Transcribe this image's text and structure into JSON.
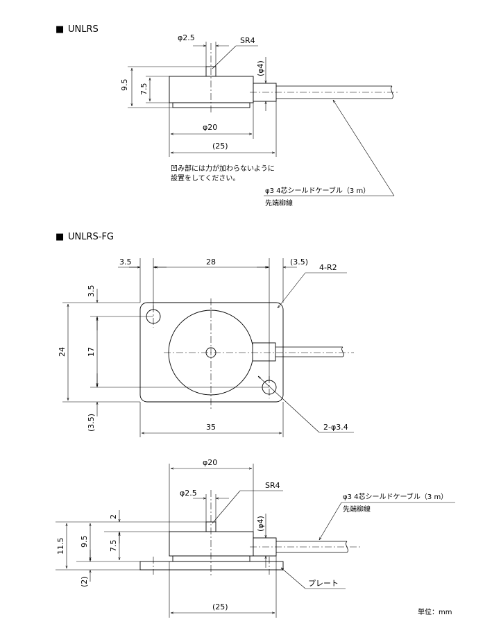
{
  "sections": {
    "s1_title": "UNLRS",
    "s2_title": "UNLRS-FG"
  },
  "bullet": "■",
  "dims1": {
    "pin_dia": "φ2.5",
    "sr": "SR4",
    "cable_dia": "(φ4)",
    "h_total": "9.5",
    "h_body": "7.5",
    "body_dia": "φ20",
    "total_len": "(25)"
  },
  "notes1": {
    "line1": "凹み部には力が加わらないように",
    "line2": "設置をしてください。",
    "cable1": "φ3  4芯シールドケーブル（3 m）",
    "cable2": "先端柳線"
  },
  "dims2": {
    "left_margin": "3.5",
    "hole_pitch": "28",
    "right_margin": "(3.5)",
    "corner": "4-R2",
    "top_margin": "3.5",
    "plate_h": "24",
    "hole_pitch_v": "17",
    "bottom_margin": "(3.5)",
    "plate_w": "35",
    "holes": "2-φ3.4"
  },
  "dims3": {
    "body_dia": "φ20",
    "pin_dia": "φ2.5",
    "sr": "SR4",
    "pin_h": "2",
    "h_overall": "11.5",
    "h_sensor": "9.5",
    "h_body": "7.5",
    "cable_dia": "(φ4)",
    "plate_t": "(2)",
    "plate_label": "プレート",
    "total_len": "(25)",
    "cable1": "φ3  4芯シールドケーブル（3 m）",
    "cable2": "先端柳線"
  },
  "unit": "単位：mm"
}
